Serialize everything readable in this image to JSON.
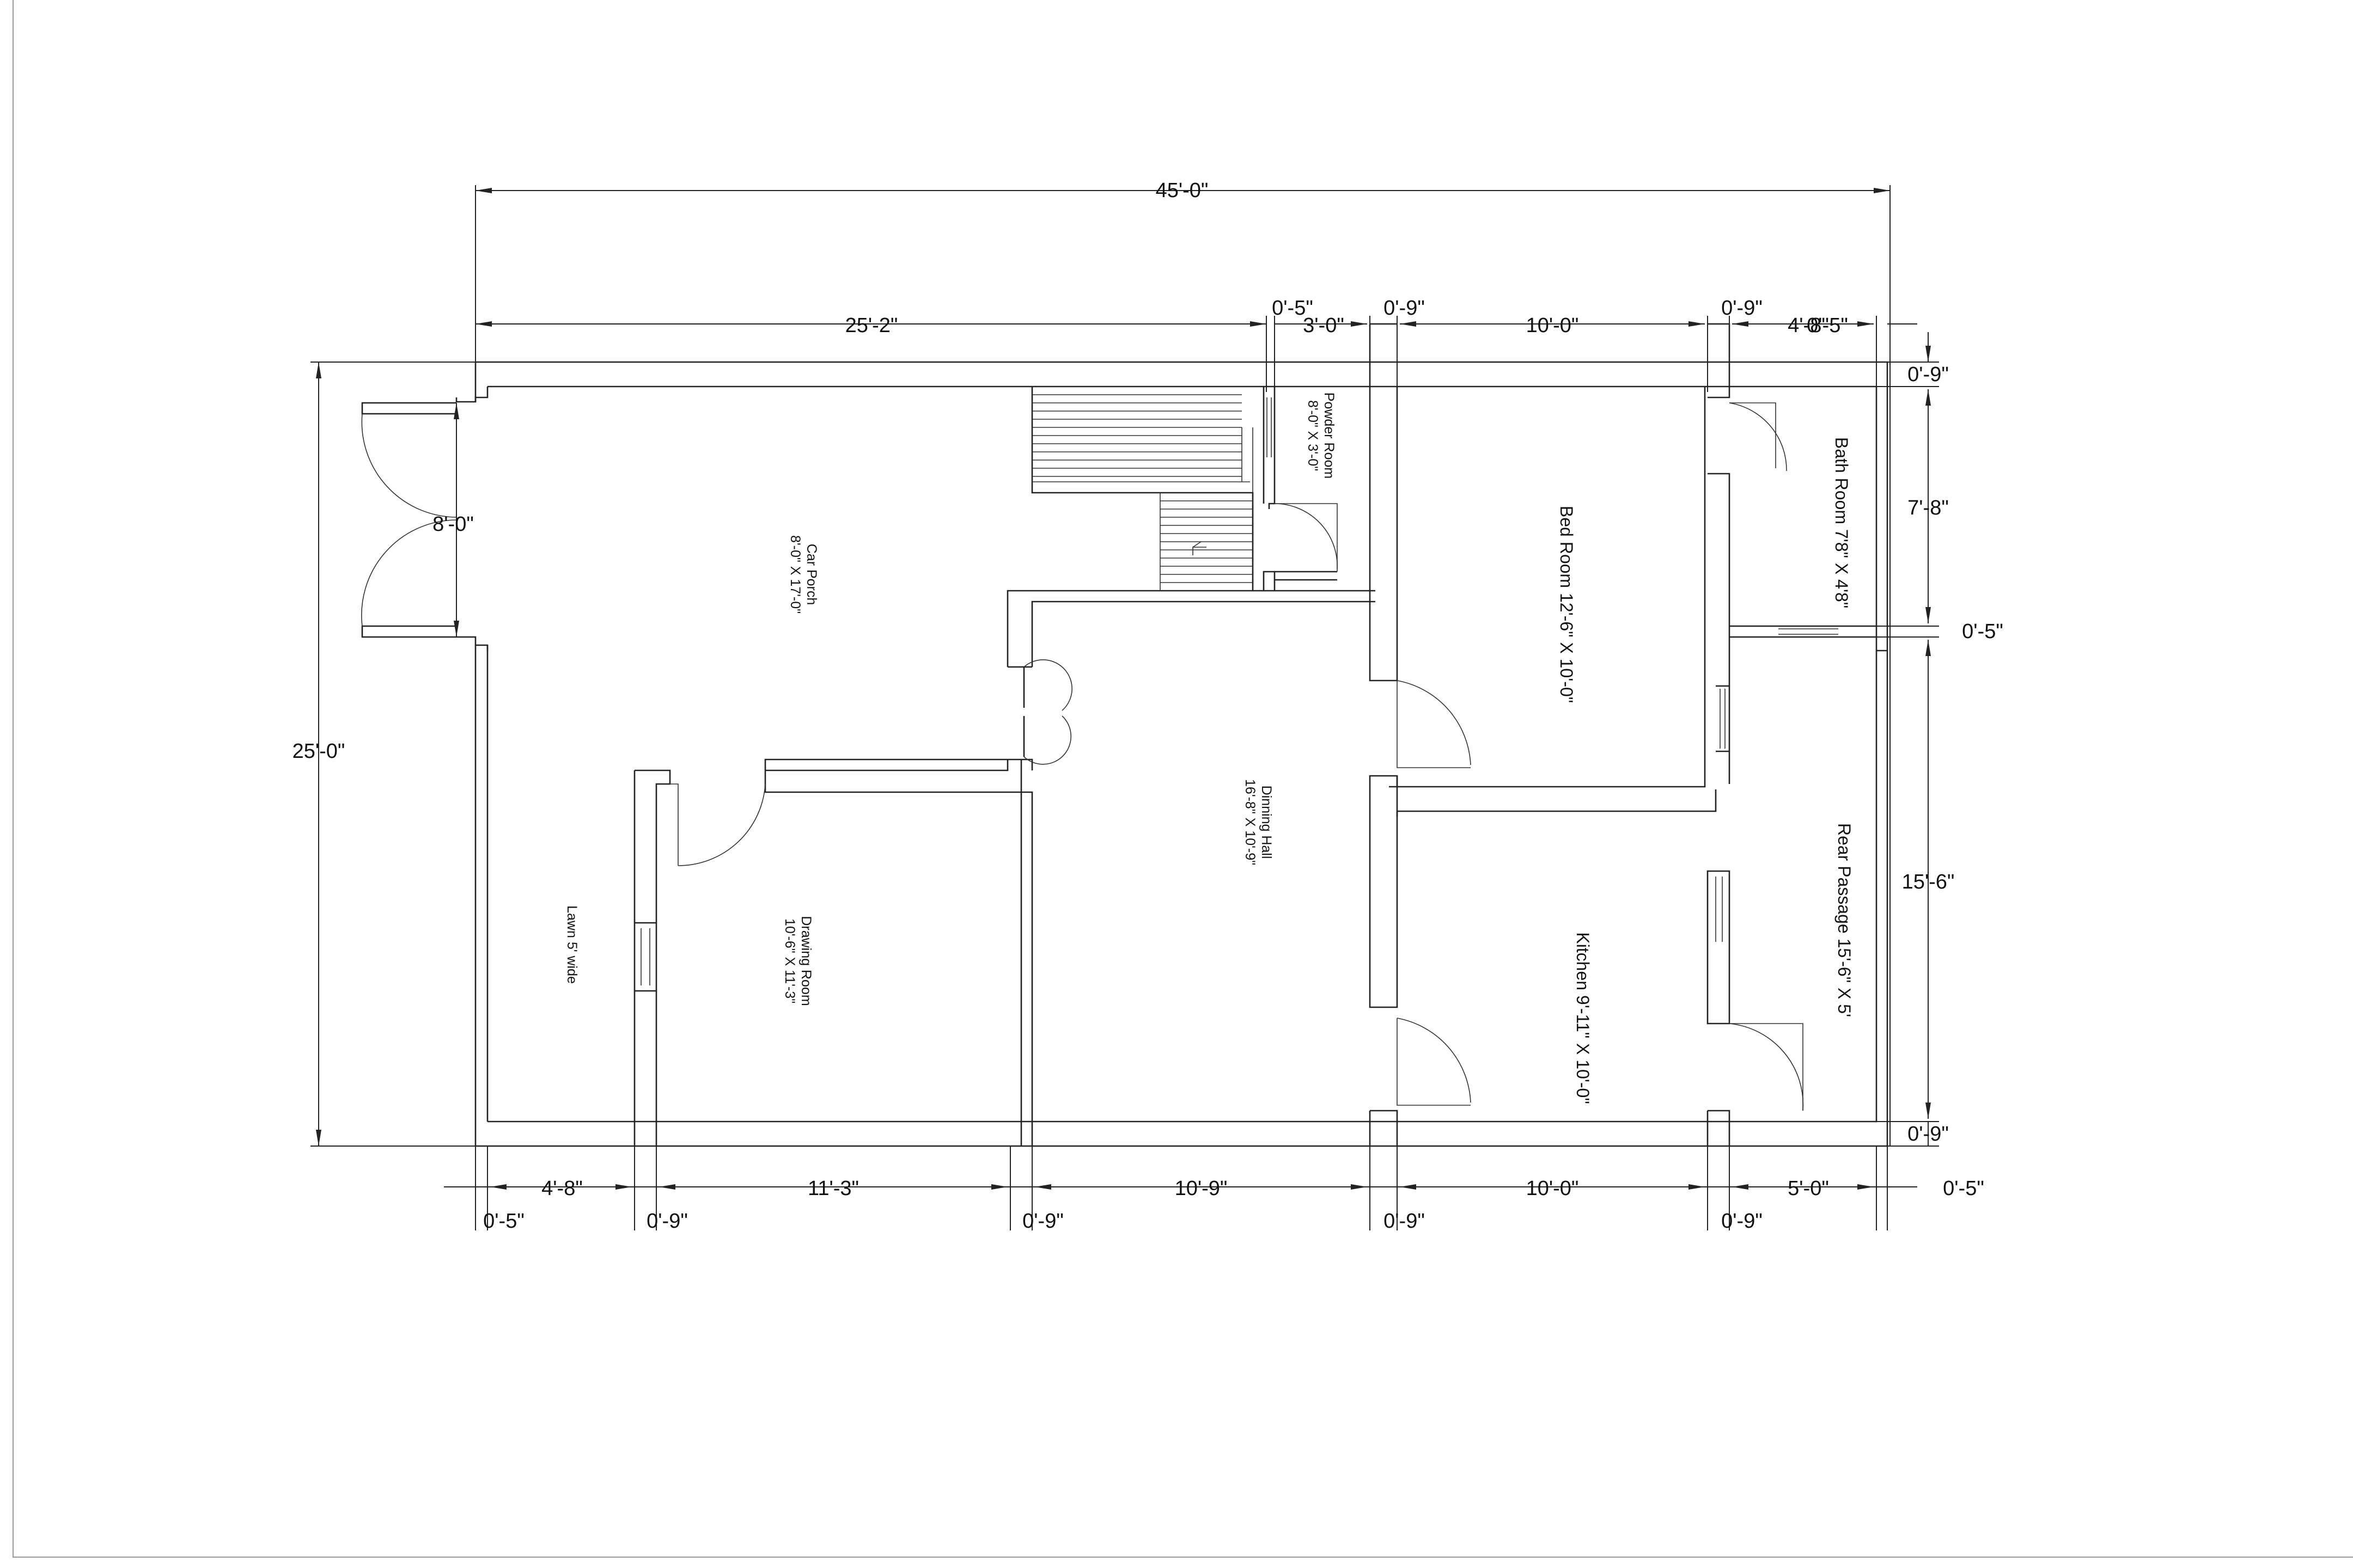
{
  "dimensions": {
    "overall_width": "45'-0\"",
    "overall_depth": "25'-0\"",
    "top_porch": "25'-2\"",
    "top_wall_1": "0'-5\"",
    "top_powder": "3'-0\"",
    "top_wall_2": "0'-9\"",
    "top_bed": "10'-0\"",
    "top_wall_3": "0'-9\"",
    "top_bath": "4'-8\"",
    "top_wall_4": "0'-5\"",
    "gate": "8'-0\"",
    "right_wall_top": "0'-9\"",
    "right_bath": "7'-8\"",
    "right_wall_mid": "0'-5\"",
    "right_passage": "15'-6\"",
    "right_wall_bottom": "0'-9\"",
    "bottom_wall_1": "0'-5\"",
    "bottom_lawn": "4'-8\"",
    "bottom_wall_2": "0'-9\"",
    "bottom_drawing": "11'-3\"",
    "bottom_wall_3": "0'-9\"",
    "bottom_dining": "10'-9\"",
    "bottom_wall_4": "0'-9\"",
    "bottom_kitchen": "10'-0\"",
    "bottom_wall_5": "0'-9\"",
    "bottom_passage": "5'-0\"",
    "bottom_wall_6": "0'-5\""
  },
  "rooms": {
    "car_porch": {
      "name": "Car Porch",
      "size": "8'-0\" X 17'-0\""
    },
    "powder_room": {
      "name": "Powder Room",
      "size": "8'-0\" X 3'-0\""
    },
    "bed_room": {
      "label": "Bed Room 12'-6\" X 10'-0\""
    },
    "bath_room": {
      "label": "Bath Room  7'8\" X 4'8\""
    },
    "dining_hall": {
      "name": "Dinning Hall",
      "size": "16'-8\" X 10'-9\""
    },
    "drawing_room": {
      "name": "Drawing Room",
      "size": "10'-6\" X 11'-3\""
    },
    "lawn": {
      "label": "Lawn 5' wide"
    },
    "kitchen": {
      "label": "Kitchen 9'-11\" X 10'-0\""
    },
    "rear_passage": {
      "label": "Rear Passage 15'-6\" X 5'"
    }
  }
}
